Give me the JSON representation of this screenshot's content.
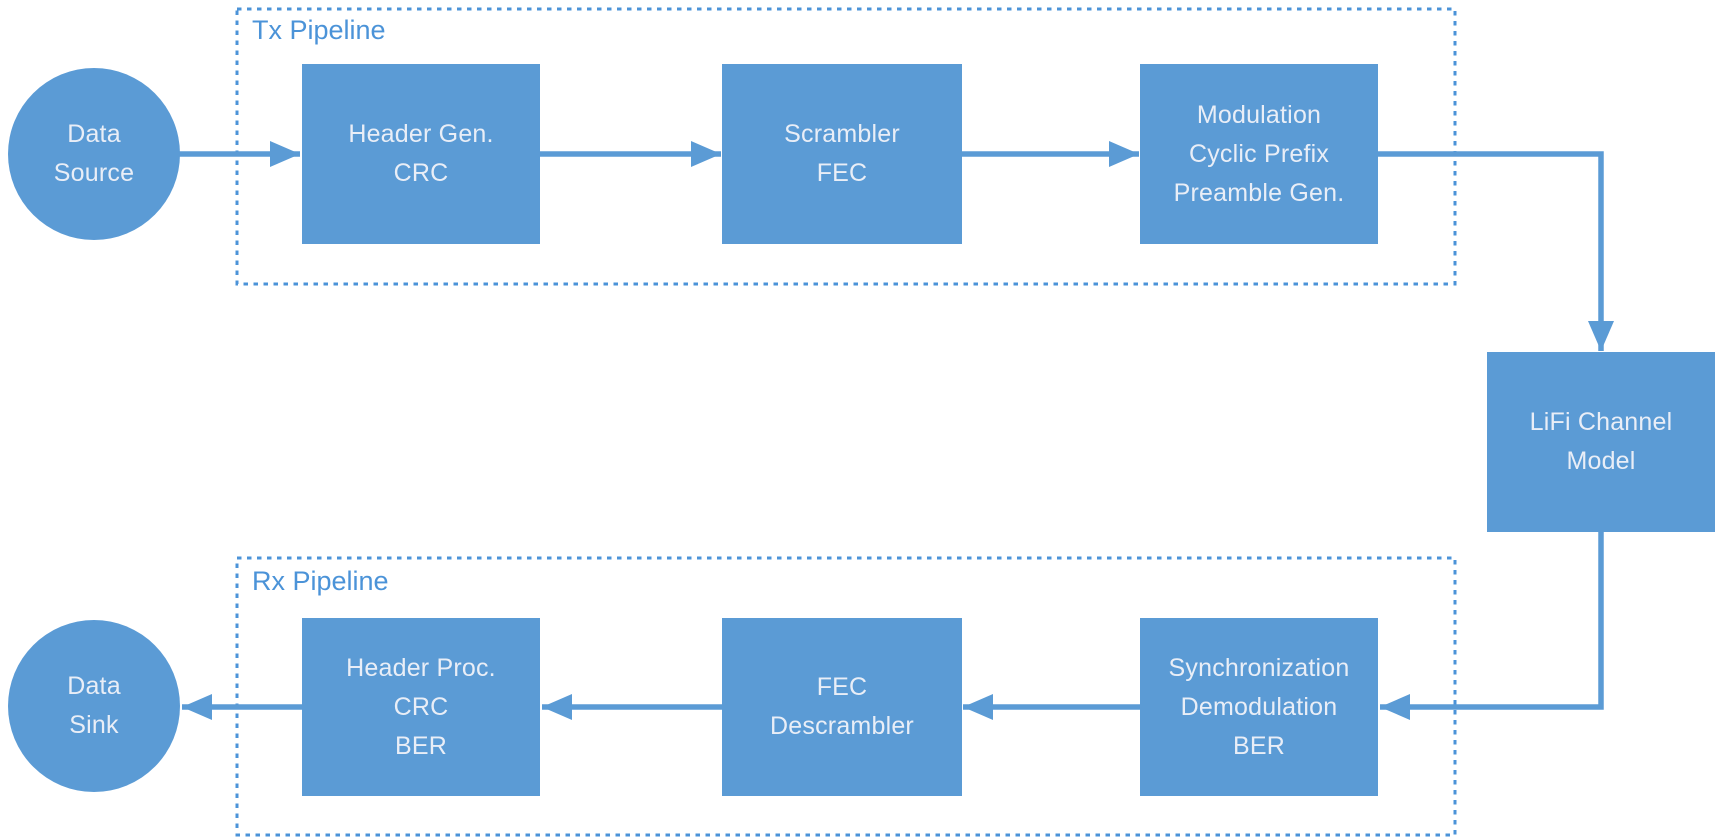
{
  "groups": {
    "tx": {
      "label": "Tx Pipeline"
    },
    "rx": {
      "label": "Rx Pipeline"
    }
  },
  "nodes": {
    "data_source": {
      "label": "Data\nSource",
      "shape": "circle"
    },
    "header_gen": {
      "label": "Header Gen.\nCRC",
      "shape": "rect",
      "group": "tx"
    },
    "scrambler": {
      "label": "Scrambler\nFEC",
      "shape": "rect",
      "group": "tx"
    },
    "modulation": {
      "label": "Modulation\nCyclic Prefix\nPreamble Gen.",
      "shape": "rect",
      "group": "tx"
    },
    "lifi_channel": {
      "label": "LiFi Channel\nModel",
      "shape": "rect"
    },
    "synchronization": {
      "label": "Synchronization\nDemodulation\nBER",
      "shape": "rect",
      "group": "rx"
    },
    "fec_descrambler": {
      "label": "FEC\nDescrambler",
      "shape": "rect",
      "group": "rx"
    },
    "header_proc": {
      "label": "Header Proc.\nCRC\nBER",
      "shape": "rect",
      "group": "rx"
    },
    "data_sink": {
      "label": "Data\nSink",
      "shape": "circle"
    }
  },
  "edges": [
    {
      "from": "data_source",
      "to": "header_gen"
    },
    {
      "from": "header_gen",
      "to": "scrambler"
    },
    {
      "from": "scrambler",
      "to": "modulation"
    },
    {
      "from": "modulation",
      "to": "lifi_channel"
    },
    {
      "from": "lifi_channel",
      "to": "synchronization"
    },
    {
      "from": "synchronization",
      "to": "fec_descrambler"
    },
    {
      "from": "fec_descrambler",
      "to": "header_proc"
    },
    {
      "from": "header_proc",
      "to": "data_sink"
    }
  ],
  "colors": {
    "background": "#ffffff",
    "node_fill": "#5b9bd5",
    "node_text": "#e9eef7",
    "connector": "#5b9bd5",
    "pipeline_border": "#4b93d8",
    "pipeline_label": "#4b93d8"
  }
}
